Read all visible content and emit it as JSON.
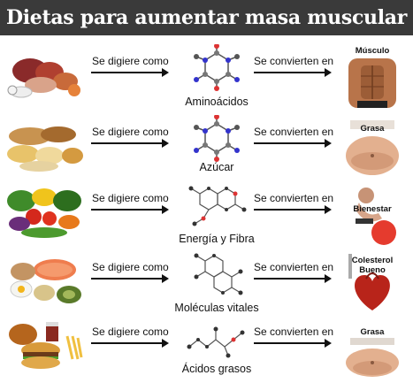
{
  "title": "Dietas para aumentar masa muscular",
  "rows": [
    {
      "digest_label": "Se digiere como",
      "converts_label": "Se convierten en",
      "molecule": "Aminoácidos",
      "result": "Músculo"
    },
    {
      "digest_label": "Se digiere como",
      "converts_label": "Se convierten en",
      "molecule": "Azúcar",
      "result": "Grasa"
    },
    {
      "digest_label": "Se digiere como",
      "converts_label": "Se convierten en",
      "molecule": "Energía y Fibra",
      "result": "Bienestar"
    },
    {
      "digest_label": "Se digiere como",
      "converts_label": "Se convierten en",
      "molecule": "Moléculas vitales",
      "result": "Colesterol Bueno"
    },
    {
      "digest_label": "Se digiere como",
      "converts_label": "Se convierten en",
      "molecule": "Ácidos grasos",
      "result": "Grasa"
    }
  ]
}
